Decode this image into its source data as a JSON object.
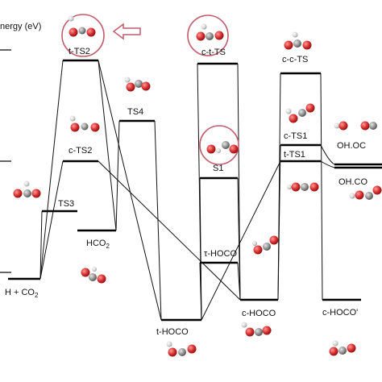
{
  "axis": {
    "title": "nergy (eV)"
  },
  "labels": {
    "h_co2": "H + CO",
    "h_co2_sub": "2",
    "t_ts2": "t-TS2",
    "c_ts2": "c-TS2",
    "ts3": "TS3",
    "hco2": "HCO",
    "hco2_sub": "2",
    "ts4": "TS4",
    "t_hoco": "t-HOCO",
    "c_t_ts": "c-t-TS",
    "s1": "S1",
    "tau_hoco": "τ-HOCO",
    "c_hoco": "c-HOCO",
    "c_c_ts": "c-c-TS",
    "c_ts1": "c-TS1",
    "t_ts1": "t-TS1",
    "c_hoco_prime": "c-HOCO'",
    "oh_oc": "OH.OC",
    "oh_co": "OH.CO"
  },
  "colors": {
    "oxygen": "#d42a2a",
    "carbon": "#8f8f8f",
    "hydrogen": "#d8d8d8",
    "highlight_circle": "#c25b6b",
    "arrow": "#c25b6b"
  }
}
